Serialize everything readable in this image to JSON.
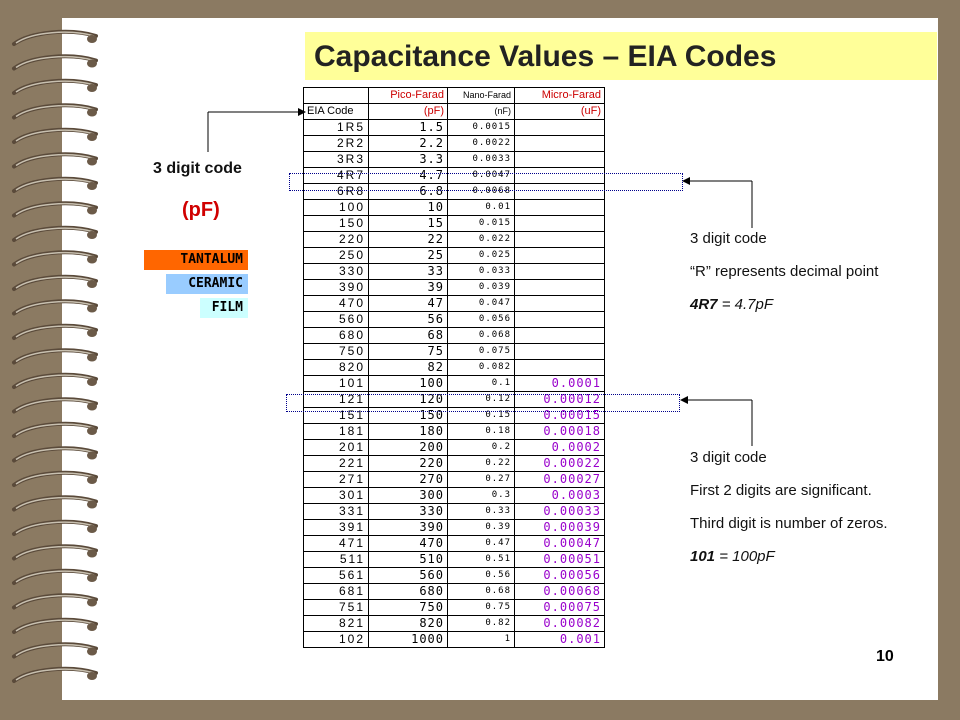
{
  "title": "Capacitance Values – EIA Codes",
  "left_label": {
    "code": "3 digit code",
    "unit": "(pF)"
  },
  "badges": [
    "TANTALUM",
    "CERAMIC",
    "FILM"
  ],
  "note1": {
    "line1": "3 digit code",
    "line2": "“R” represents decimal point",
    "example_code": "4R7",
    "example_sep": " = ",
    "example_value": "4.7pF"
  },
  "note2": {
    "line1": "3 digit code",
    "line2": "First 2 digits are significant.",
    "line3": "Third digit is number of zeros.",
    "example_code": "101",
    "example_sep": " = ",
    "example_value": "100pF"
  },
  "page_number": "10",
  "table": {
    "header1": [
      "",
      "Pico-Farad",
      "Nano-Farad",
      "Micro-Farad"
    ],
    "header2": [
      "EIA Code",
      "(pF)",
      "(nF)",
      "(uF)"
    ],
    "rows": [
      [
        "1R5",
        "1.5",
        "0.0015",
        ""
      ],
      [
        "2R2",
        "2.2",
        "0.0022",
        ""
      ],
      [
        "3R3",
        "3.3",
        "0.0033",
        ""
      ],
      [
        "4R7",
        "4.7",
        "0.0047",
        ""
      ],
      [
        "6R8",
        "6.8",
        "0.0068",
        ""
      ],
      [
        "100",
        "10",
        "0.01",
        ""
      ],
      [
        "150",
        "15",
        "0.015",
        ""
      ],
      [
        "220",
        "22",
        "0.022",
        ""
      ],
      [
        "250",
        "25",
        "0.025",
        ""
      ],
      [
        "330",
        "33",
        "0.033",
        ""
      ],
      [
        "390",
        "39",
        "0.039",
        ""
      ],
      [
        "470",
        "47",
        "0.047",
        ""
      ],
      [
        "560",
        "56",
        "0.056",
        ""
      ],
      [
        "680",
        "68",
        "0.068",
        ""
      ],
      [
        "750",
        "75",
        "0.075",
        ""
      ],
      [
        "820",
        "82",
        "0.082",
        ""
      ],
      [
        "101",
        "100",
        "0.1",
        "0.0001"
      ],
      [
        "121",
        "120",
        "0.12",
        "0.00012"
      ],
      [
        "151",
        "150",
        "0.15",
        "0.00015"
      ],
      [
        "181",
        "180",
        "0.18",
        "0.00018"
      ],
      [
        "201",
        "200",
        "0.2",
        "0.0002"
      ],
      [
        "221",
        "220",
        "0.22",
        "0.00022"
      ],
      [
        "271",
        "270",
        "0.27",
        "0.00027"
      ],
      [
        "301",
        "300",
        "0.3",
        "0.0003"
      ],
      [
        "331",
        "330",
        "0.33",
        "0.00033"
      ],
      [
        "391",
        "390",
        "0.39",
        "0.00039"
      ],
      [
        "471",
        "470",
        "0.47",
        "0.00047"
      ],
      [
        "511",
        "510",
        "0.51",
        "0.00051"
      ],
      [
        "561",
        "560",
        "0.56",
        "0.00056"
      ],
      [
        "681",
        "680",
        "0.68",
        "0.00068"
      ],
      [
        "751",
        "750",
        "0.75",
        "0.00075"
      ],
      [
        "821",
        "820",
        "0.82",
        "0.00082"
      ],
      [
        "102",
        "1000",
        "1",
        "0.001"
      ]
    ]
  }
}
